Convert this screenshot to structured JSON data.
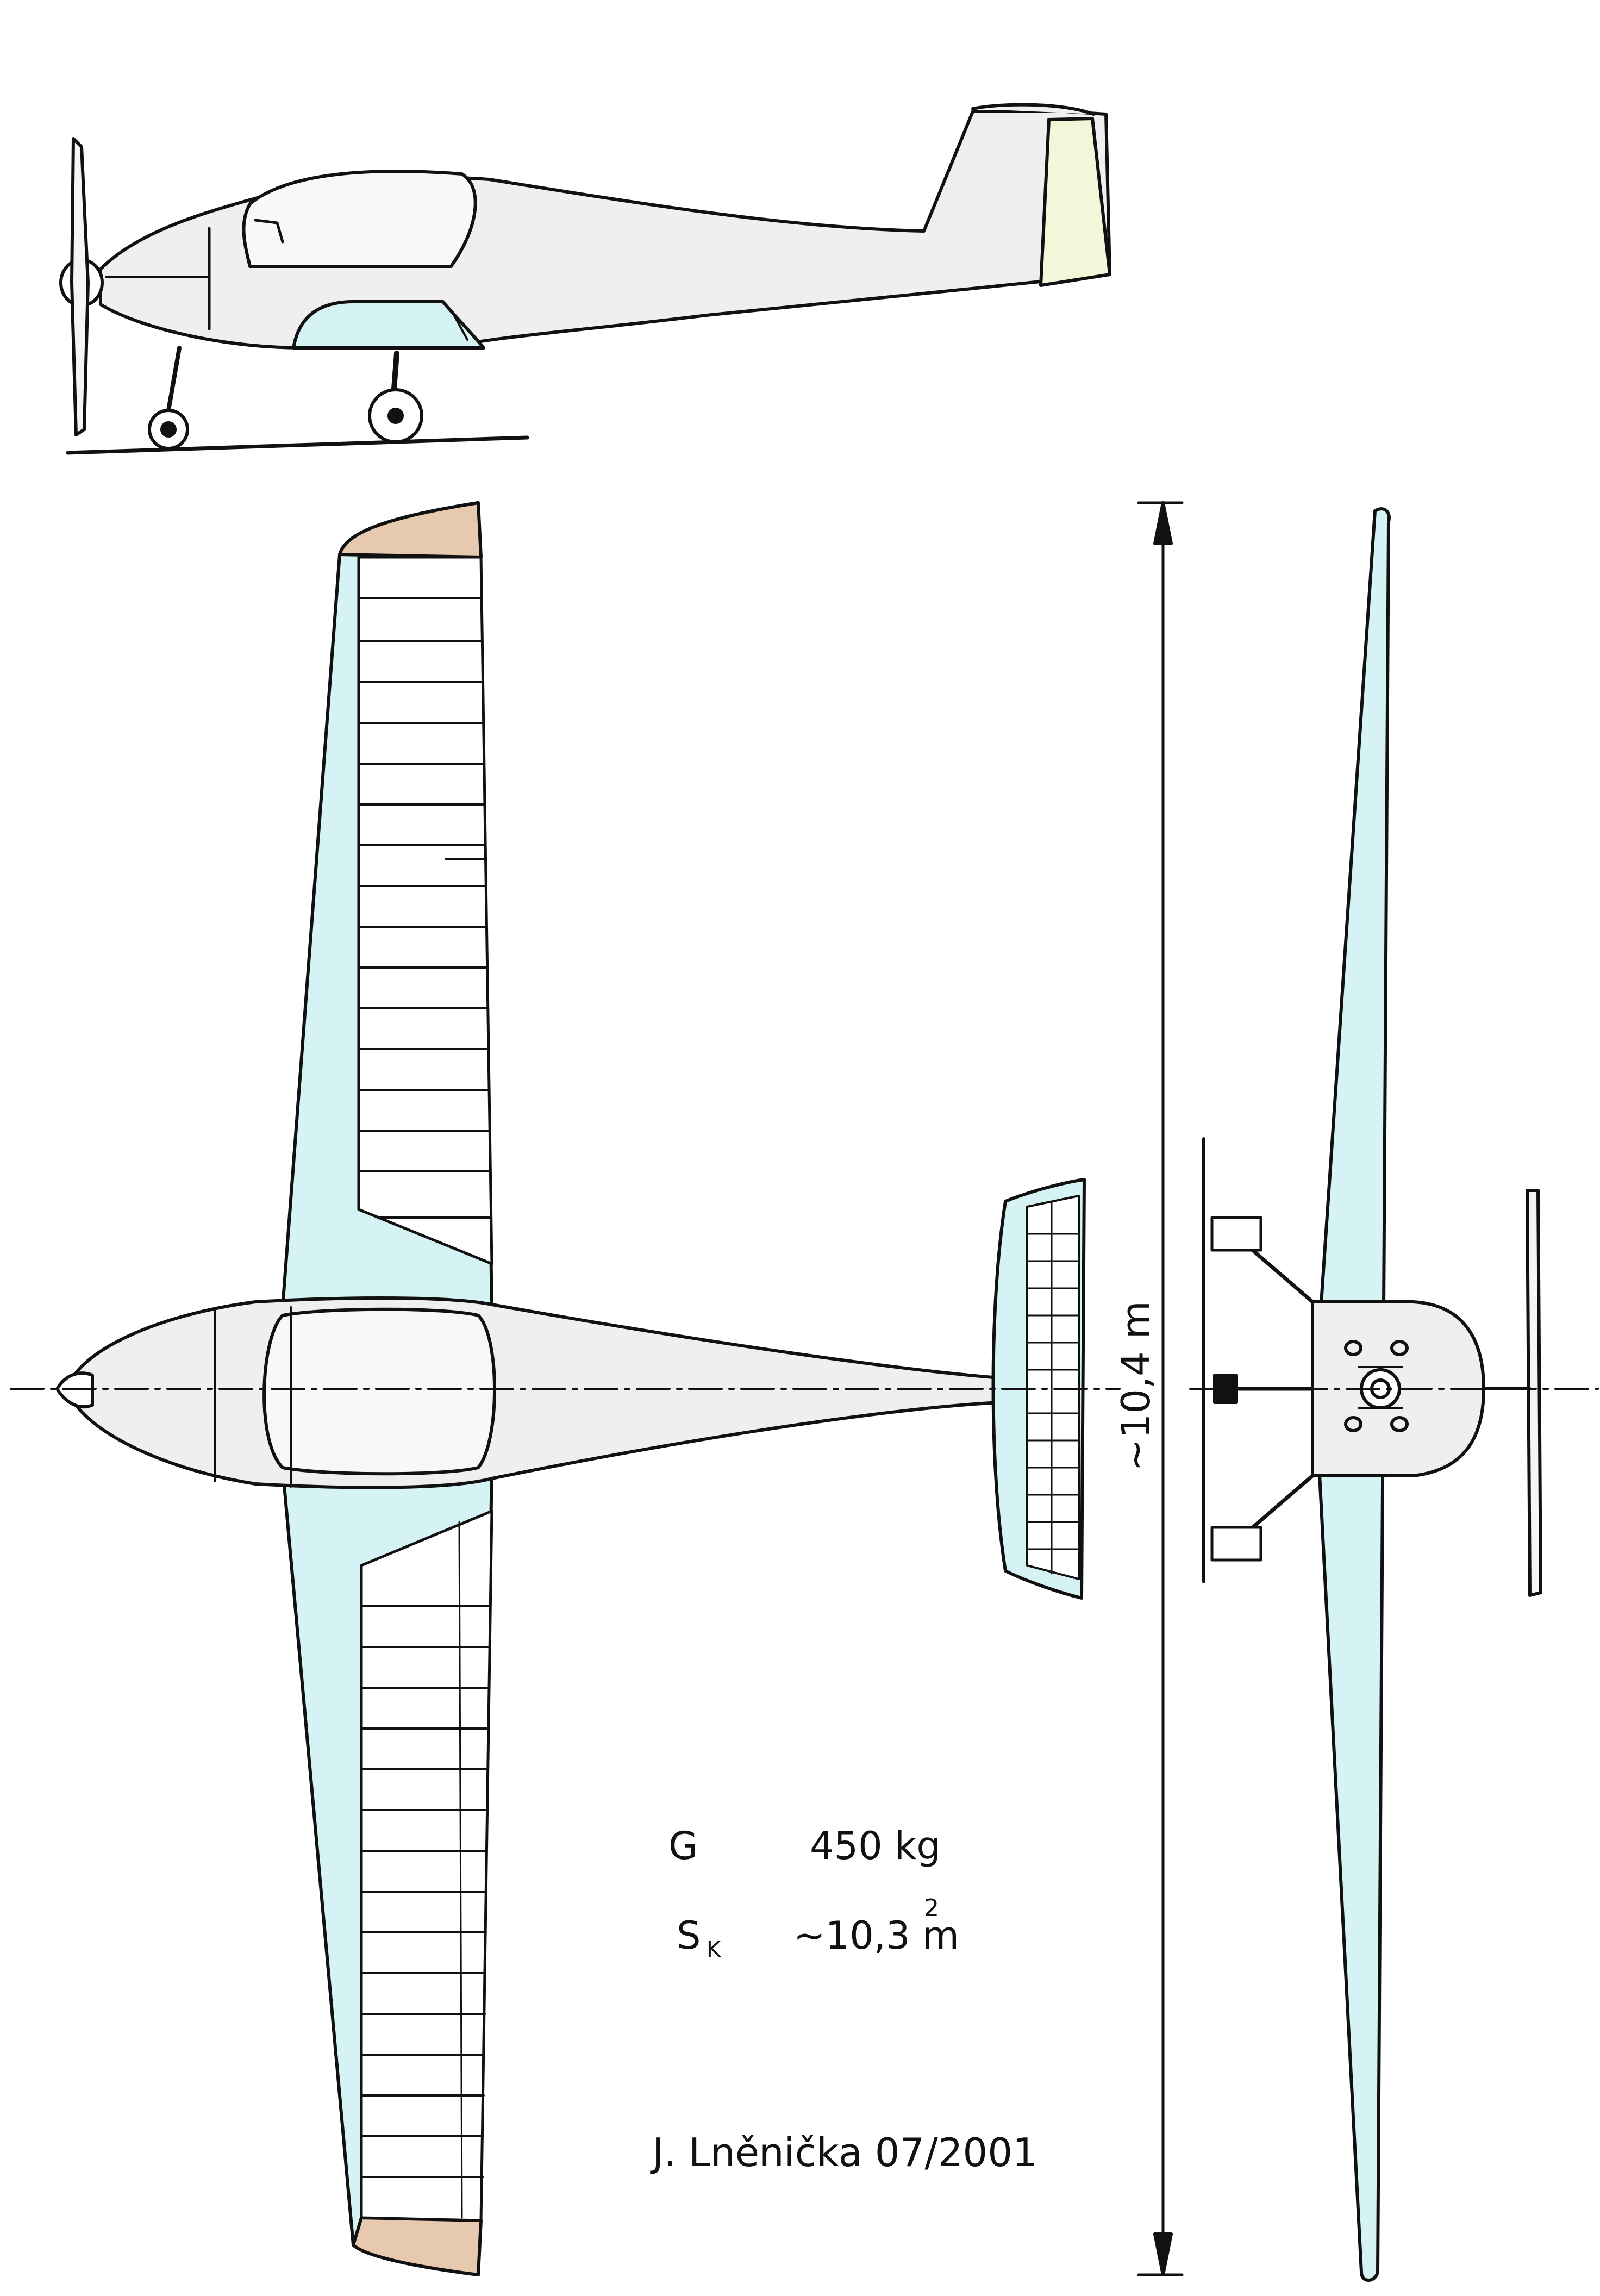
{
  "colors": {
    "ink": "#111111",
    "fuselage": "#efefef",
    "wing_blue": "#d5f2f5",
    "wingtip_tan": "#e6c9ae",
    "rudder_yellow": "#f3f7d9",
    "paper": "#ffffff"
  },
  "specs": {
    "weight_symbol": "G",
    "weight_value": "450 kg",
    "area_symbol": "S",
    "area_symbol_sub": "K",
    "area_value": "~10,3 m",
    "area_exp": "2"
  },
  "span_label": "~10,4 m",
  "signature": "J. Lněnička  07/2001"
}
